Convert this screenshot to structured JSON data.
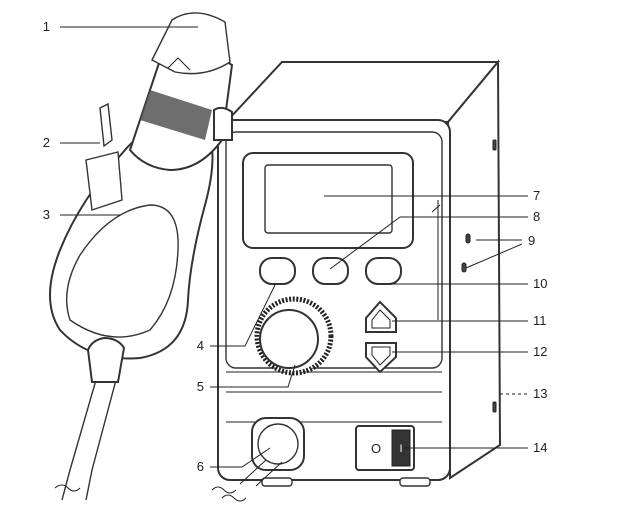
{
  "callouts": [
    {
      "id": "1",
      "label": "1"
    },
    {
      "id": "2",
      "label": "2"
    },
    {
      "id": "3",
      "label": "3"
    },
    {
      "id": "4",
      "label": "4"
    },
    {
      "id": "5",
      "label": "5"
    },
    {
      "id": "6",
      "label": "6"
    },
    {
      "id": "7",
      "label": "7"
    },
    {
      "id": "8",
      "label": "8"
    },
    {
      "id": "9",
      "label": "9"
    },
    {
      "id": "10",
      "label": "10"
    },
    {
      "id": "11",
      "label": "11"
    },
    {
      "id": "12",
      "label": "12"
    },
    {
      "id": "13",
      "label": "13"
    },
    {
      "id": "14",
      "label": "14"
    }
  ],
  "switch": {
    "off_symbol": "O",
    "on_symbol": "I"
  }
}
